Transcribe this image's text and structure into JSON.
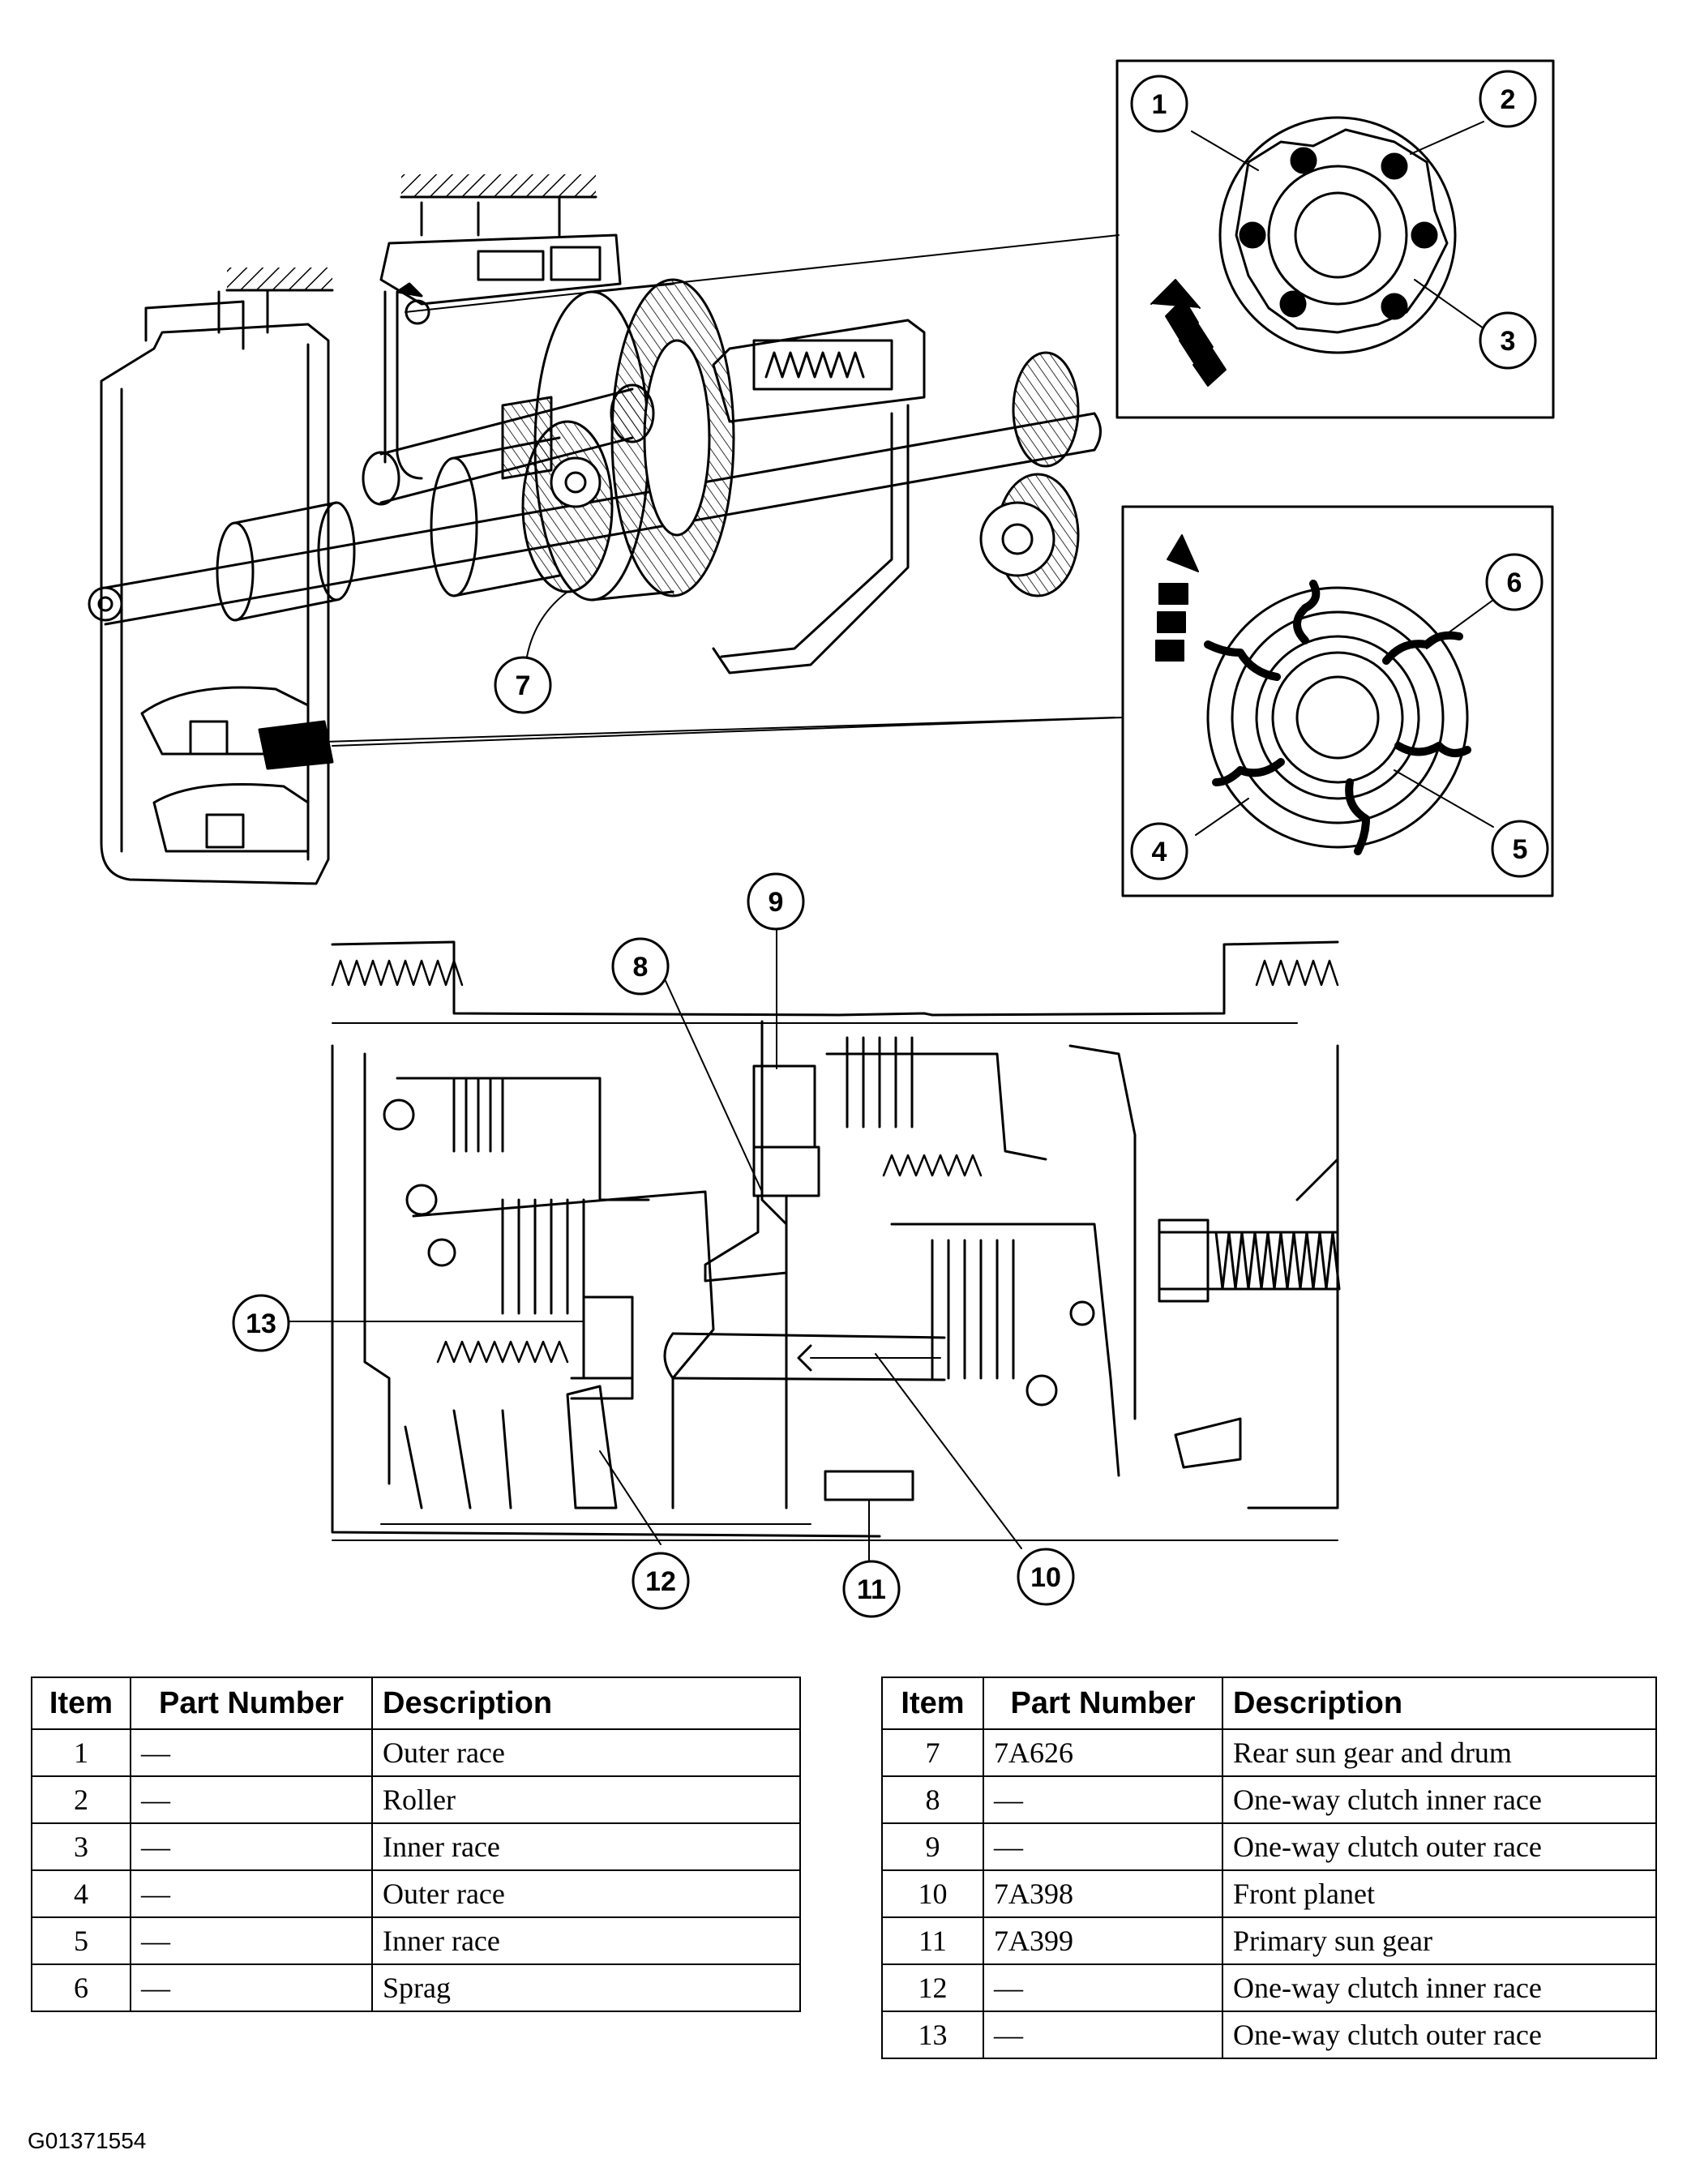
{
  "callouts": [
    "1",
    "2",
    "3",
    "4",
    "5",
    "6",
    "7",
    "8",
    "9",
    "10",
    "11",
    "12",
    "13"
  ],
  "table_headers": {
    "item": "Item",
    "part_number": "Part Number",
    "description": "Description"
  },
  "table_left": [
    {
      "item": "1",
      "part": "—",
      "desc": "Outer race"
    },
    {
      "item": "2",
      "part": "—",
      "desc": "Roller"
    },
    {
      "item": "3",
      "part": "—",
      "desc": "Inner race"
    },
    {
      "item": "4",
      "part": "—",
      "desc": "Outer race"
    },
    {
      "item": "5",
      "part": "—",
      "desc": "Inner race"
    },
    {
      "item": "6",
      "part": "—",
      "desc": "Sprag"
    }
  ],
  "table_right": [
    {
      "item": "7",
      "part": "7A626",
      "desc": "Rear sun gear and drum"
    },
    {
      "item": "8",
      "part": "—",
      "desc": "One-way clutch inner race"
    },
    {
      "item": "9",
      "part": "—",
      "desc": "One-way clutch outer race"
    },
    {
      "item": "10",
      "part": "7A398",
      "desc": "Front planet"
    },
    {
      "item": "11",
      "part": "7A399",
      "desc": "Primary sun gear"
    },
    {
      "item": "12",
      "part": "—",
      "desc": "One-way clutch inner race"
    },
    {
      "item": "13",
      "part": "—",
      "desc": "One-way clutch outer race"
    }
  ],
  "figure_code": "G01371554"
}
